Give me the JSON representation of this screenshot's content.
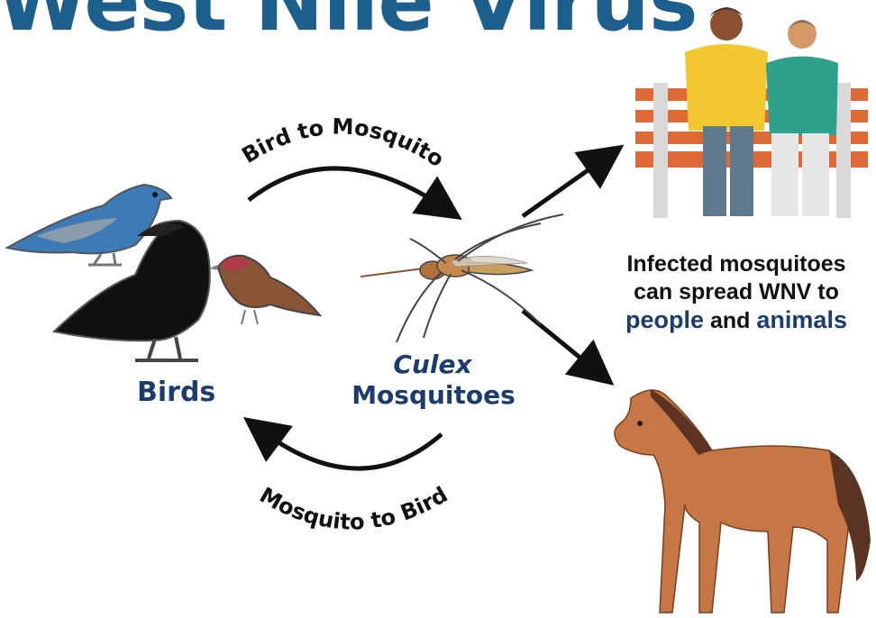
{
  "title": "West Nile Virus",
  "cycle": {
    "top_arrow_label": "Bird to Mosquito",
    "bottom_arrow_label": "Mosquito to Bird"
  },
  "nodes": {
    "birds_label": "Birds",
    "mosquito_genus": "Culex",
    "mosquito_label": "Mosquitoes"
  },
  "transmission": {
    "line1": "Infected mosquitoes",
    "line2": "can spread WNV to",
    "people": "people",
    "and": "and",
    "animals": "animals"
  },
  "colors": {
    "title": "#1c5f8c",
    "label": "#1d3c6e",
    "arrow": "#111111",
    "horse": "#c67745",
    "bench": "#e06a35"
  },
  "icons": [
    "blue-bird-icon",
    "crow-icon",
    "finch-icon",
    "mosquito-icon",
    "people-on-bench-icon",
    "horse-icon"
  ]
}
